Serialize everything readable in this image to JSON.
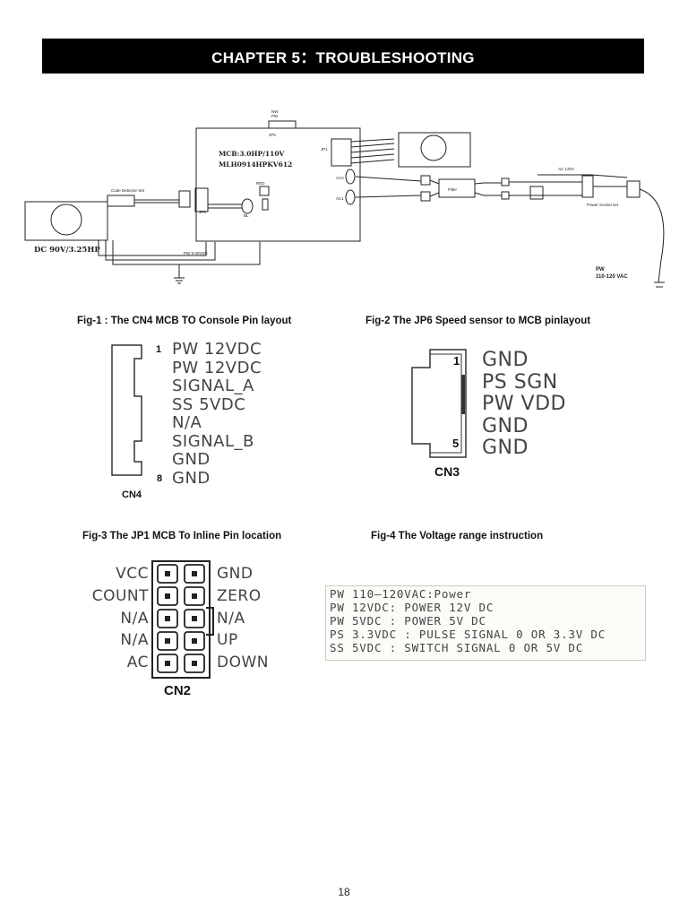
{
  "header": {
    "title": "CHAPTER 5：TROUBLESHOOTING"
  },
  "wiring": {
    "mcb_line1": "MCB:3.0HP/110V",
    "mcb_line2": "MLH0914HPKV612",
    "motor_label": "DC 90V/3.25HP",
    "jp5": "JP5",
    "jp6": "JP6",
    "jp1": "JP1",
    "red": "RED",
    "bl": "BL",
    "ac2": "AC2",
    "ac1": "AC1",
    "code_detector": "Code Detector Set",
    "filter": "Filter",
    "ac_120v": "AC 120V",
    "power_socket": "Power Socket set",
    "pw_label": "PW",
    "pw_voltage": "110-120 VAC",
    "pw_12v": "PW 9-40VDC"
  },
  "fig1": {
    "caption": "Fig-1 : The CN4 MCB TO Console Pin layout",
    "connector": "CN4",
    "first_pin": "1",
    "last_pin": "8",
    "pins": [
      "PW 12VDC",
      "PW 12VDC",
      "SIGNAL_A",
      "SS 5VDC",
      "N/A",
      "SIGNAL_B",
      "GND",
      "GND"
    ]
  },
  "fig2": {
    "caption": "Fig-2 The JP6 Speed sensor to MCB pinlayout",
    "connector": "CN3",
    "first_pin": "1",
    "last_pin": "5",
    "pins": [
      "GND",
      "PS SGN",
      "PW VDD",
      "GND",
      "GND"
    ]
  },
  "fig3": {
    "caption": "Fig-3 The JP1 MCB To Inline Pin location",
    "connector": "CN2",
    "left": [
      "VCC",
      "COUNT",
      "N/A",
      "N/A",
      "AC"
    ],
    "right": [
      "GND",
      "ZERO",
      "N/A",
      "UP",
      "DOWN"
    ]
  },
  "fig4": {
    "caption": "Fig-4 The Voltage range instruction",
    "lines": [
      "PW 110—120VAC:Power",
      "PW 12VDC: POWER 12V DC",
      "PW 5VDC : POWER 5V DC",
      "PS 3.3VDC : PULSE SIGNAL 0 OR 3.3V DC",
      "SS 5VDC : SWITCH SIGNAL 0 OR 5V DC"
    ]
  },
  "footer": {
    "page_number": "18"
  }
}
